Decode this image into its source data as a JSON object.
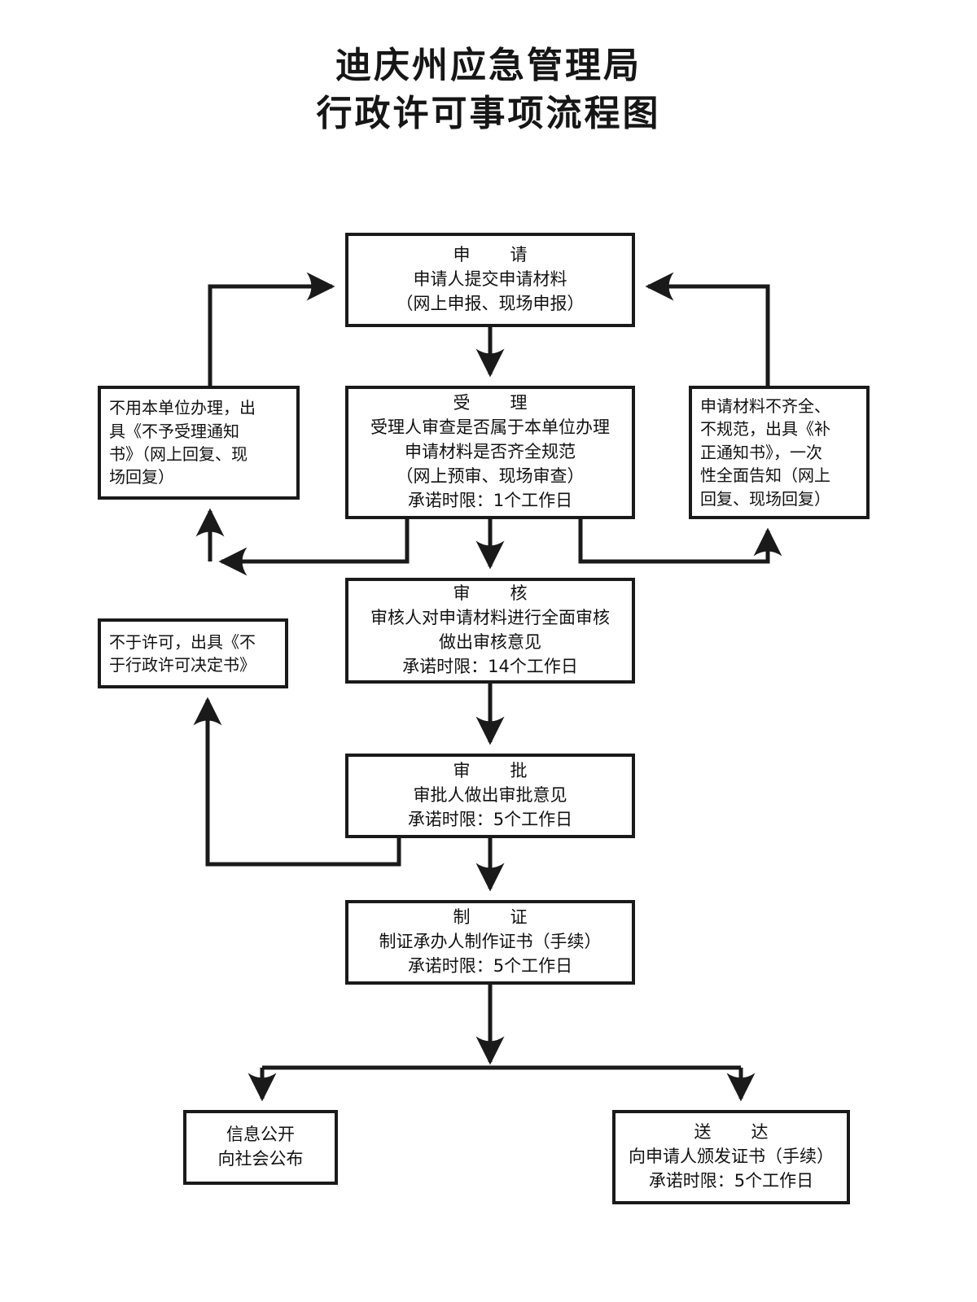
{
  "title": {
    "line1": "迪庆州应急管理局",
    "line2": "行政许可事项流程图"
  },
  "nodes": {
    "apply": {
      "name": "申请",
      "lines": [
        "申　请",
        "申请人提交申请材料",
        "（网上申报、现场申报）"
      ]
    },
    "reject": {
      "name": "不予受理",
      "lines": [
        "不用本单位办理，出",
        "具《不予受理通知",
        "书》（网上回复、现",
        "场回复）"
      ]
    },
    "accept": {
      "name": "受理",
      "lines": [
        "受　理",
        "受理人审查是否属于本单位办理",
        "申请材料是否齐全规范",
        "（网上预审、现场审查）",
        "承诺时限：1个工作日"
      ]
    },
    "supplement": {
      "name": "补正通知",
      "lines": [
        "申请材料不齐全、",
        "不规范，出具《补",
        "正通知书》，一次",
        "性全面告知（网上",
        "回复、现场回复）"
      ]
    },
    "review": {
      "name": "审核",
      "lines": [
        "审　核",
        "审核人对申请材料进行全面审核",
        "做出审核意见",
        "承诺时限：14个工作日"
      ]
    },
    "deny": {
      "name": "不于许可",
      "lines": [
        "不于许可，出具《不",
        "于行政许可决定书》"
      ]
    },
    "approve": {
      "name": "审批",
      "lines": [
        "审　批",
        "审批人做出审批意见",
        "承诺时限：5个工作日"
      ]
    },
    "certify": {
      "name": "制证",
      "lines": [
        "制　证",
        "制证承办人制作证书（手续）",
        "承诺时限：5个工作日"
      ]
    },
    "publish": {
      "name": "信息公开",
      "lines": [
        "信息公开",
        "向社会公布"
      ]
    },
    "deliver": {
      "name": "送达",
      "lines": [
        "送　达",
        "向申请人颁发证书（手续）",
        "承诺时限：5个工作日"
      ]
    }
  },
  "colors": {
    "stroke": "#1a1a1a",
    "text": "#111111",
    "background": "#ffffff"
  }
}
